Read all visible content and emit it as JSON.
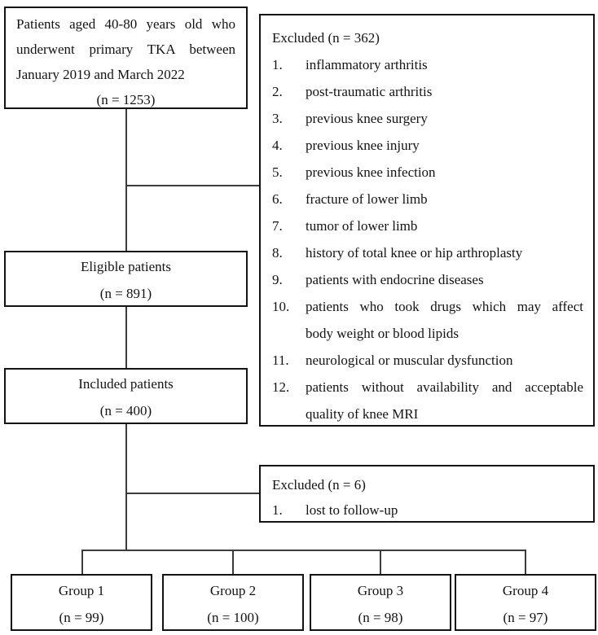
{
  "page": {
    "background_color": "#ffffff",
    "box_border_color": "#131313",
    "connector_color": "#3c3c3c",
    "text_color": "#131313"
  },
  "population_box": {
    "lines": [
      "Patients aged 40-80 years old who",
      "underwent primary TKA between",
      "January 2019 and March 2022"
    ],
    "n": "(n = 1253)"
  },
  "exclusion_box": {
    "title": "Excluded (n = 362)",
    "items": [
      {
        "num": "1.",
        "line1": "inflammatory arthritis"
      },
      {
        "num": "2.",
        "line1": "post-traumatic arthritis"
      },
      {
        "num": "3.",
        "line1": "previous knee surgery"
      },
      {
        "num": "4.",
        "line1": "previous knee injury"
      },
      {
        "num": "5.",
        "line1": "previous knee infection"
      },
      {
        "num": "6.",
        "line1": "fracture of lower limb"
      },
      {
        "num": "7.",
        "line1": "tumor of lower limb"
      },
      {
        "num": "8.",
        "line1": "history of total knee or hip arthroplasty"
      },
      {
        "num": "9.",
        "line1": "patients with endocrine diseases"
      },
      {
        "num": "10.",
        "line1": "patients who took drugs which may affect",
        "line2": "body weight or blood lipids"
      },
      {
        "num": "11.",
        "line1": "neurological or muscular dysfunction"
      },
      {
        "num": "12.",
        "line1": "patients without availability and acceptable",
        "line2": "quality of knee MRI"
      }
    ]
  },
  "eligible_box": {
    "label": "Eligible patients",
    "n": "(n = 891)"
  },
  "included_box": {
    "label": "Included patients",
    "n": "(n = 400)"
  },
  "followup_exclusion_box": {
    "title": "Excluded (n = 6)",
    "items": [
      {
        "num": "1.",
        "line1": "lost to follow-up"
      }
    ]
  },
  "group_boxes": [
    {
      "label": "Group 1",
      "n": "(n = 99)"
    },
    {
      "label": "Group 2",
      "n": "(n = 100)"
    },
    {
      "label": "Group 3",
      "n": "(n = 98)"
    },
    {
      "label": "Group 4",
      "n": "(n = 97)"
    }
  ]
}
